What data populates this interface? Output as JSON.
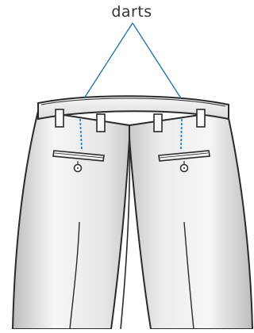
{
  "labels": {
    "callout": "darts"
  },
  "colors": {
    "outline": "#2a2a2a",
    "fabric_light": "#f4f4f4",
    "fabric_shade": "#cfcfcf",
    "leader_line": "#1a6fa8",
    "dart_stitch": "#2b7fc4"
  },
  "parts": [
    "waistband",
    "belt-loops",
    "back-pockets",
    "buttons",
    "darts",
    "legs"
  ]
}
